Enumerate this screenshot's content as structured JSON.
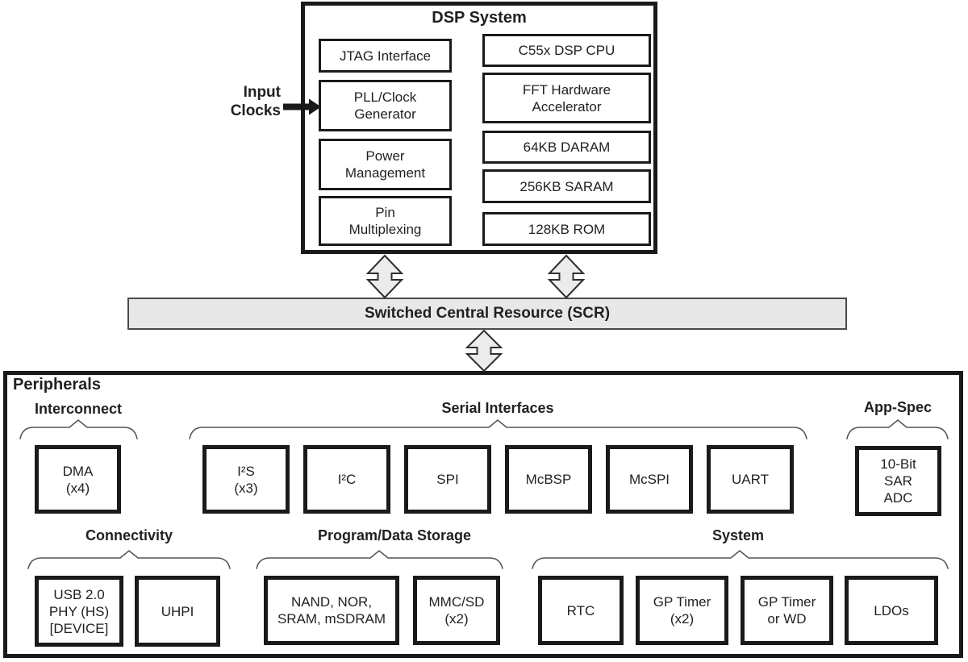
{
  "dsp_system": {
    "title": "DSP System",
    "left_column": [
      "JTAG Interface",
      "PLL/Clock\nGenerator",
      "Power\nManagement",
      "Pin\nMultiplexing"
    ],
    "right_column": [
      "C55x DSP CPU",
      "FFT Hardware\nAccelerator",
      "64KB DARAM",
      "256KB SARAM",
      "128KB ROM"
    ]
  },
  "input_clocks_label": "Input\nClocks",
  "scr_label": "Switched Central Resource (SCR)",
  "peripherals": {
    "title": "Peripherals",
    "interconnect": {
      "label": "Interconnect",
      "boxes": [
        "DMA\n(x4)"
      ]
    },
    "serial": {
      "label": "Serial Interfaces",
      "boxes": [
        "I²S\n(x3)",
        "I²C",
        "SPI",
        "McBSP",
        "McSPI",
        "UART"
      ]
    },
    "app_spec": {
      "label": "App-Spec",
      "boxes": [
        "10-Bit\nSAR\nADC"
      ]
    },
    "connectivity": {
      "label": "Connectivity",
      "boxes": [
        "USB 2.0\nPHY (HS)\n[DEVICE]",
        "UHPI"
      ]
    },
    "storage": {
      "label": "Program/Data Storage",
      "boxes": [
        "NAND, NOR,\nSRAM, mSDRAM",
        "MMC/SD\n(x2)"
      ]
    },
    "system": {
      "label": "System",
      "boxes": [
        "RTC",
        "GP Timer\n(x2)",
        "GP Timer\nor WD",
        "LDOs"
      ]
    }
  },
  "colors": {
    "box_border": "#1a1a1a",
    "gray_fill": "#e8e8e8",
    "text": "#221f1f",
    "brace_line": "#555555"
  }
}
